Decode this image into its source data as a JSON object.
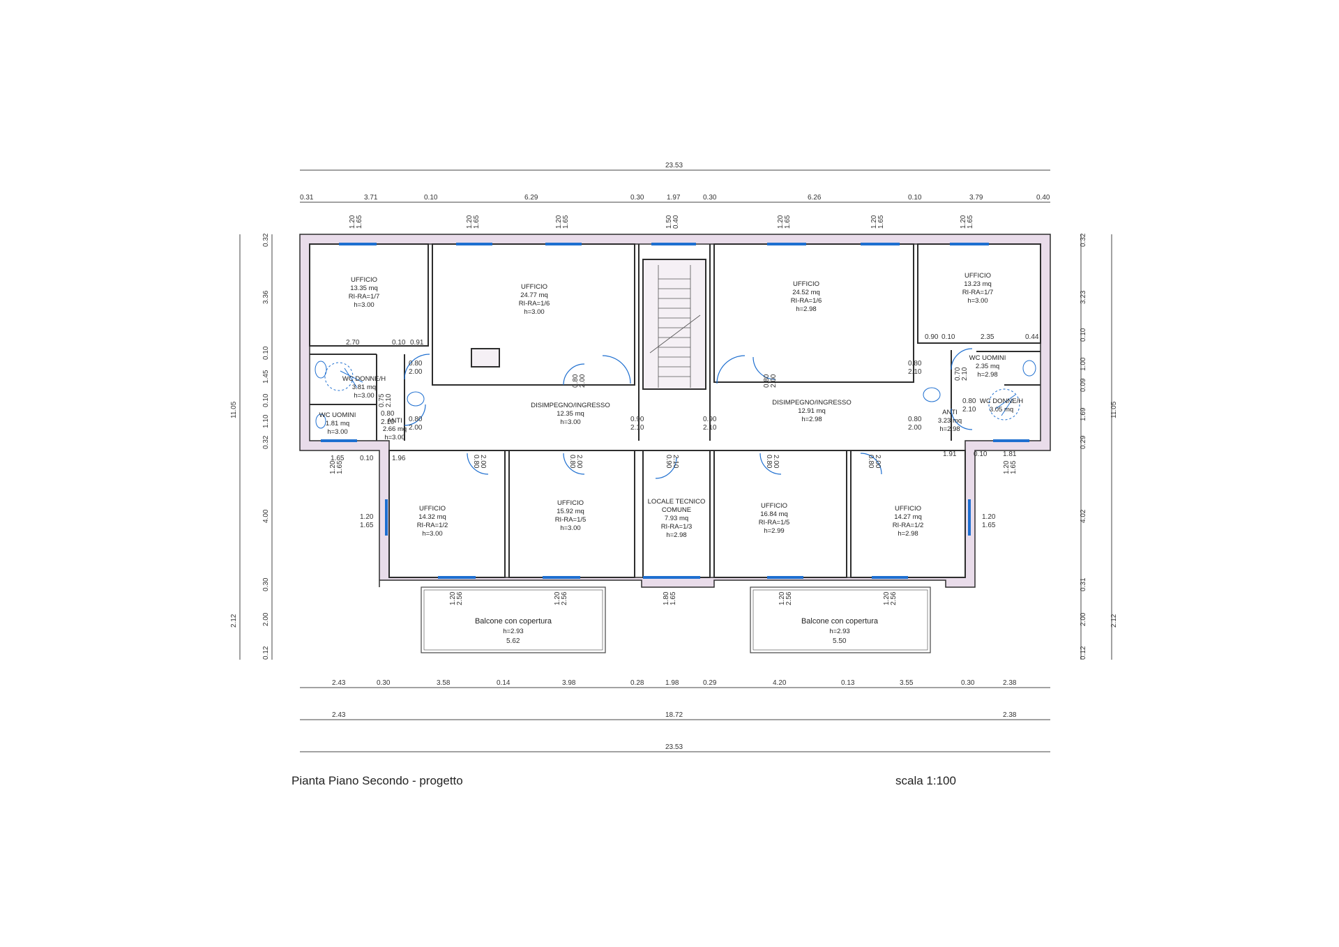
{
  "caption": {
    "title": "Pianta Piano Secondo - progetto",
    "scale": "scala 1:100"
  },
  "dims": {
    "total_top": "23.53",
    "top": [
      "0.31",
      "3.71",
      "0.10",
      "6.29",
      "0.30",
      "1.97",
      "0.30",
      "6.26",
      "0.10",
      "3.79",
      "0.40"
    ],
    "bottom1": [
      "2.43",
      "0.30",
      "3.58",
      "0.14",
      "3.98",
      "0.28",
      "1.98",
      "0.29",
      "4.20",
      "0.13",
      "3.55",
      "0.30",
      "2.38"
    ],
    "bottom2": [
      "2.43",
      "18.72",
      "2.38"
    ],
    "total_bottom": "23.53",
    "left_total": "11.05",
    "left_total2": "2.12",
    "left": [
      "0.32",
      "3.36",
      "0.10",
      "1.45",
      "0.10",
      "1.10",
      "0.32",
      "4.00",
      "0.30",
      "2.00",
      "0.12"
    ],
    "right_total": "11.05",
    "right_total2": "2.12",
    "right": [
      "0.32",
      "3.23",
      "0.10",
      "1.00",
      "0.09",
      "1.69",
      "0.29",
      "4.02",
      "0.31",
      "2.00",
      "0.12"
    ]
  },
  "openings": {
    "w120_165": [
      "1.20",
      "1.65"
    ],
    "w150_040": [
      "1.50",
      "0.40"
    ],
    "w120_256": [
      "1.20",
      "2.56"
    ],
    "w180_165": [
      "1.80",
      "1.65"
    ],
    "d080_200": [
      "0.80",
      "2.00"
    ],
    "d090_210": [
      "0.90",
      "2.10"
    ],
    "d080_210": [
      "0.80",
      "2.10"
    ],
    "d070_210": [
      "0.70",
      "2.10"
    ],
    "d075_210": [
      "0.75",
      "2.10"
    ]
  },
  "inner_dims": {
    "a": [
      "2.70",
      "0.10",
      "0.91"
    ],
    "b": [
      "0.90",
      "0.10",
      "2.35",
      "0.44"
    ],
    "c": [
      "1.65",
      "0.10",
      "1.96"
    ],
    "d": [
      "1.91",
      "0.10",
      "1.81"
    ],
    "balc_left": "5.62",
    "balc_right": "5.50"
  },
  "rooms": [
    {
      "name": "UFFICIO",
      "lines": [
        "13.35 mq",
        "RI-RA=1/7",
        "h=3.00"
      ]
    },
    {
      "name": "UFFICIO",
      "lines": [
        "24.77 mq",
        "RI-RA=1/6",
        "h=3.00"
      ]
    },
    {
      "name": "UFFICIO",
      "lines": [
        "24.52 mq",
        "RI-RA=1/6",
        "h=2.98"
      ]
    },
    {
      "name": "UFFICIO",
      "lines": [
        "13.23 mq",
        "RI-RA=1/7",
        "h=3.00"
      ]
    },
    {
      "name": "WC DONNE/H",
      "lines": [
        "3.81 mq",
        "h=3.00"
      ]
    },
    {
      "name": "WC UOMINI",
      "lines": [
        "1.81 mq",
        "h=3.00"
      ]
    },
    {
      "name": "ANTI",
      "lines": [
        "2.66 mq",
        "h=3.00"
      ]
    },
    {
      "name": "DISIMPEGNO/INGRESSO",
      "lines": [
        "12.35 mq",
        "h=3.00"
      ]
    },
    {
      "name": "DISIMPEGNO/INGRESSO",
      "lines": [
        "12.91 mq",
        "h=2.98"
      ]
    },
    {
      "name": "WC UOMINI",
      "lines": [
        "2.35 mq",
        "h=2.98"
      ]
    },
    {
      "name": "WC DONNE/H",
      "lines": [
        "3.05 mq"
      ]
    },
    {
      "name": "ANTI",
      "lines": [
        "3.23 mq",
        "h=2.98"
      ]
    },
    {
      "name": "UFFICIO",
      "lines": [
        "14.32 mq",
        "RI-RA=1/2",
        "h=3.00"
      ]
    },
    {
      "name": "UFFICIO",
      "lines": [
        "15.92 mq",
        "RI-RA=1/5",
        "h=3.00"
      ]
    },
    {
      "name": "LOCALE TECNICO",
      "lines": [
        "COMUNE",
        "7.93 mq",
        "RI-RA=1/3",
        "h=2.98"
      ]
    },
    {
      "name": "UFFICIO",
      "lines": [
        "16.84 mq",
        "RI-RA=1/5",
        "h=2.99"
      ]
    },
    {
      "name": "UFFICIO",
      "lines": [
        "14.27 mq",
        "RI-RA=1/2",
        "h=2.98"
      ]
    },
    {
      "name": "Balcone con copertura",
      "lines": [
        "h=2.93"
      ]
    },
    {
      "name": "Balcone con copertura",
      "lines": [
        "h=2.93"
      ]
    }
  ]
}
